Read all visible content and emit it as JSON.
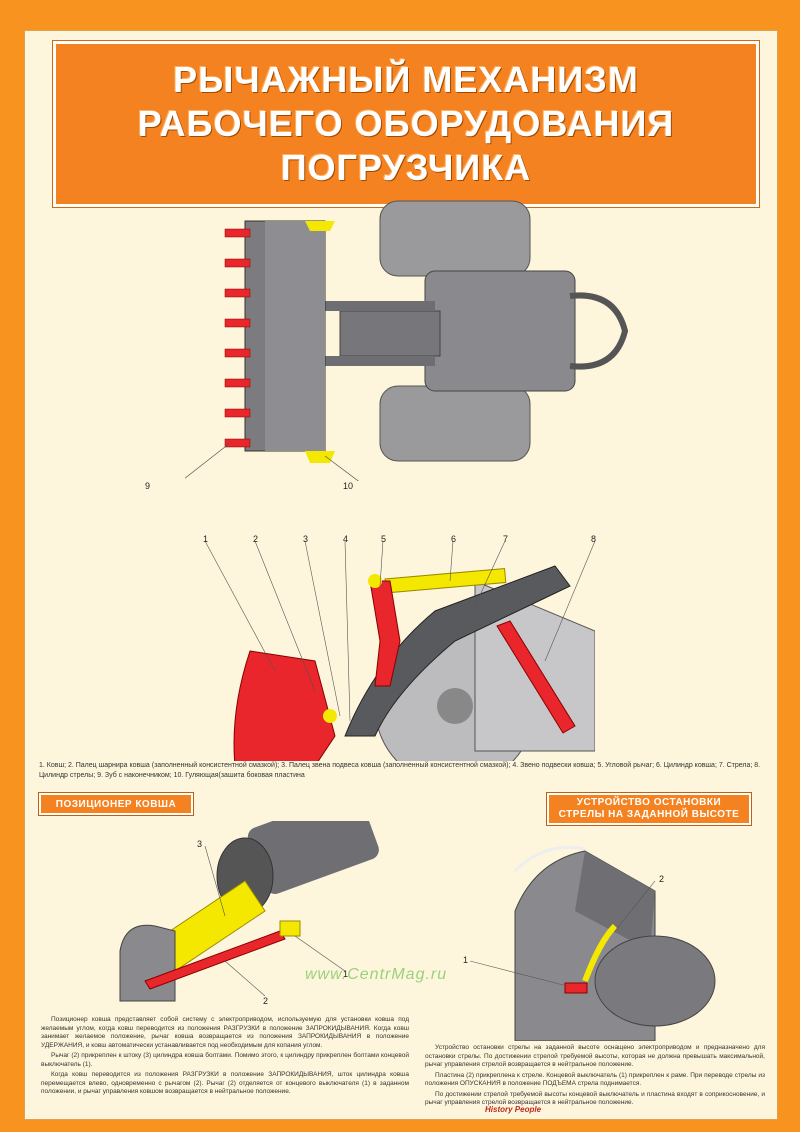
{
  "title": {
    "line1": "РЫЧАЖНЫЙ МЕХАНИЗМ",
    "line2": "РАБОЧЕГО ОБОРУДОВАНИЯ",
    "line3": "ПОГРУЗЧИКА"
  },
  "top_view_labels": {
    "l9": "9",
    "l10": "10"
  },
  "side_view_labels": [
    "1",
    "2",
    "3",
    "4",
    "5",
    "6",
    "7",
    "8"
  ],
  "caption": "1. Ковш; 2. Палец шарнира ковша (заполненный консистентной смазкой); 3. Палец звена подвеса ковша (заполненный консистентной смазкой); 4. Звено подвески ковша; 5. Угловой рычаг; 6. Цилиндр ковша; 7. Стрела; 8. Цилиндр стрелы; 9. Зуб с наконечником; 10. Гуляющая(зашита боковая пластина",
  "section_left": {
    "header": "Позиционер ковша",
    "labels": {
      "l1": "1",
      "l2": "2",
      "l3": "3"
    },
    "text_p1": "Позиционер ковша представляет собой систему с электроприводом, используемую для установки ковша под желаемым углом, когда ковш переводится из положения РАЗГРУЗКИ в положение ЗАПРОКИДЫВАНИЯ. Когда ковш занимает желаемое положение, рычаг ковша возвращается из положения ЗАПРОКИДЫВАНИЯ в положение УДЕРЖАНИЯ, и ковш автоматически устанавливается под необходимым для копания углом.",
    "text_p2": "Рычаг (2) прикреплен к штоку (3) цилиндра ковша болтами. Помимо этого, к цилиндру прикреплен болтами концевой выключатель (1).",
    "text_p3": "Когда ковш переводится из положения РАЗГРУЗКИ в положение ЗАПРОКИДЫВАНИЯ, шток цилиндра ковша перемещается влево, одновременно с рычагом (2). Рычаг (2) отделяется от концевого выключателя (1) в заданном положении, и рычаг управления ковшом возвращается в нейтральное положение."
  },
  "section_right": {
    "header_line1": "Устройство остановки",
    "header_line2": "стрелы на заданной высоте",
    "labels": {
      "l1": "1",
      "l2": "2"
    },
    "text_p1": "Устройство остановки стрелы на заданной высоте оснащено электроприводом и предназначено для остановки стрелы. По достижении стрелой требуемой высоты, которая не должна превышать максимальной, рычаг управления стрелой возвращается в нейтральное положение.",
    "text_p2": "Пластина (2) прикреплена к стреле. Концевой выключатель (1) прикреплен к раме. При переводе стрелы из положения ОПУСКАНИЯ в положение ПОДЪЕМА стрела поднимается.",
    "text_p3": "По достижении стрелой требуемой высоты концевой выключатель и пластина входят в соприкосновение, и рычаг управления стрелой возвращается в нейтральное положение."
  },
  "watermark": "www.CentrMag.ru",
  "footer": {
    "brand": "History People"
  },
  "colors": {
    "accent": "#f58220",
    "part_red": "#e8262b",
    "part_yellow": "#f5e800",
    "metal_gray": "#7f7f83"
  }
}
